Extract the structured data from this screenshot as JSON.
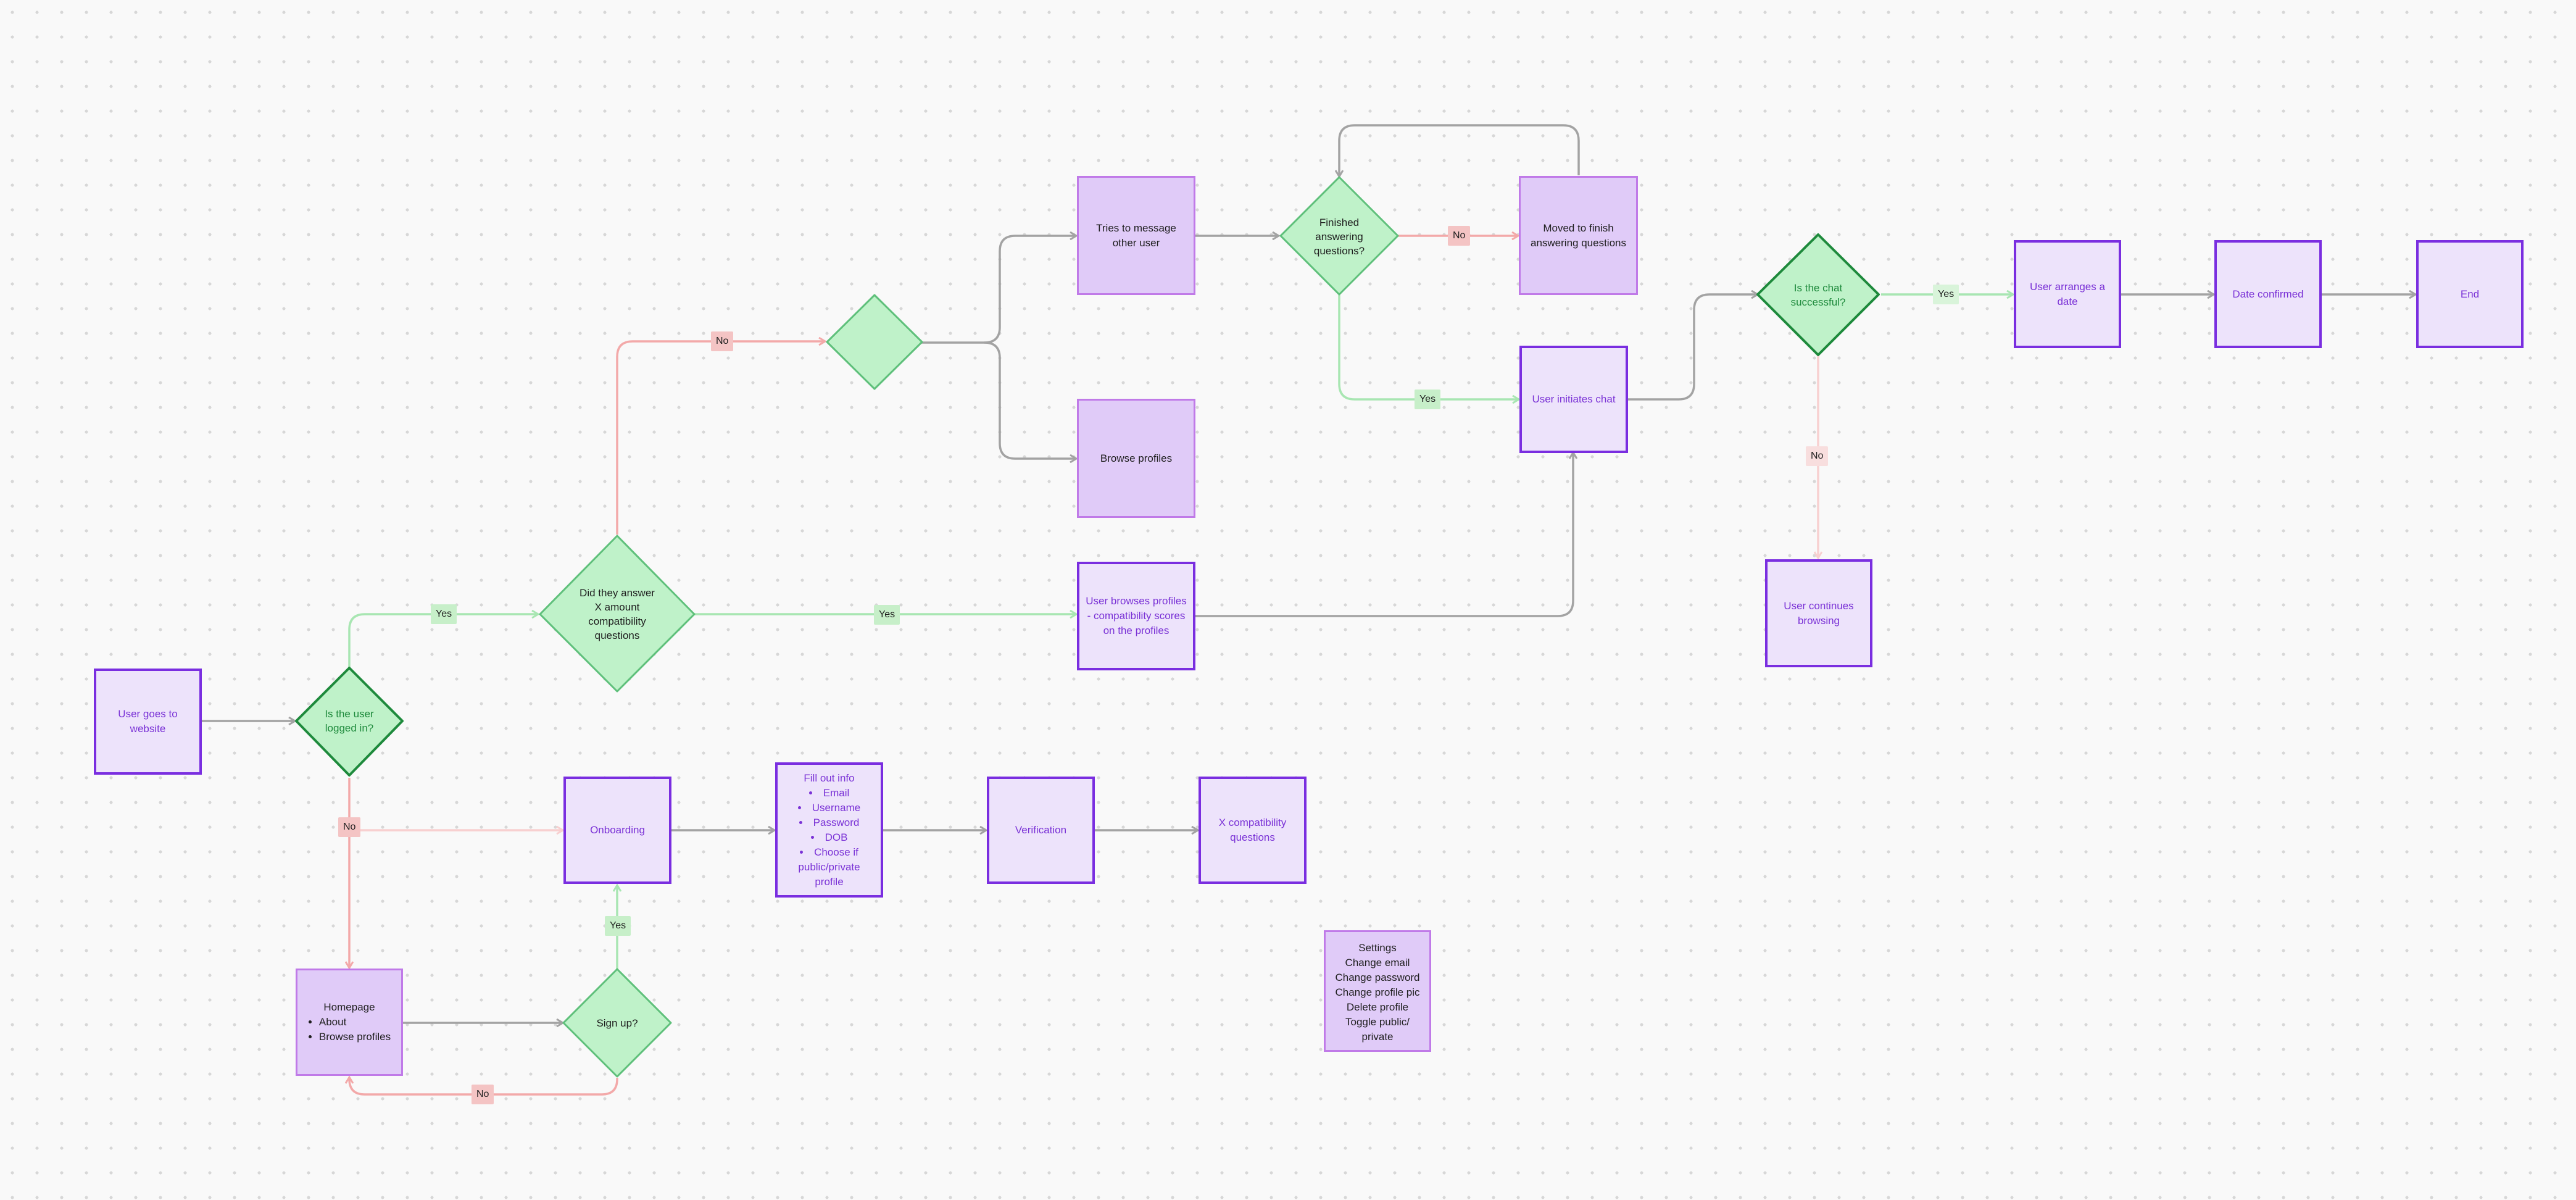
{
  "diagram": {
    "process": {
      "user_goes_to_website": "User goes to website",
      "onboarding": "Onboarding",
      "fill_out_info_title": "Fill out info",
      "fill_out_info_items": [
        "Email",
        "Username",
        "Password",
        "DOB",
        "Choose if public/private profile"
      ],
      "verification": "Verification",
      "x_compat_questions": "X compatibility questions",
      "homepage_title": "Homepage",
      "homepage_items": [
        "About",
        "Browse profiles"
      ],
      "tries_to_message": "Tries to message other user",
      "browse_profiles": "Browse profiles",
      "moved_to_finish": "Moved to finish answering questions",
      "user_browses_profiles": "User browses profiles - compatibility scores on the profiles",
      "user_initiates_chat": "User initiates chat",
      "user_arranges_date": "User arranges a date",
      "date_confirmed": "Date confirmed",
      "end": "End",
      "user_continues_browsing": "User continues browsing",
      "settings_lines": [
        "Settings",
        "Change email",
        "Change password",
        "Change profile pic",
        "Delete profile",
        "Toggle public/ private"
      ]
    },
    "decisions": {
      "is_logged_in": "Is the user logged in?",
      "did_answer_x": "Did they answer X amount compatibility questions",
      "empty_decision": "",
      "finished_answering": "Finished answering questions?",
      "chat_successful": "Is the chat successful?",
      "sign_up": "Sign up?"
    },
    "labels": {
      "yes": "Yes",
      "no": "No"
    },
    "colors": {
      "decision_fill": "#bff2c9",
      "decision_stroke_dark": "#1e8a3c",
      "decision_stroke_light": "#5fc07b",
      "process_fill_dark": "#ede3fb",
      "process_stroke_dark": "#7a2ee0",
      "process_fill_light": "#e0cbf8",
      "process_stroke_light": "#c07ae8",
      "connector_gray": "#a3a3a3",
      "connector_red": "#f3a9a9",
      "connector_green": "#a8e6b2"
    }
  }
}
